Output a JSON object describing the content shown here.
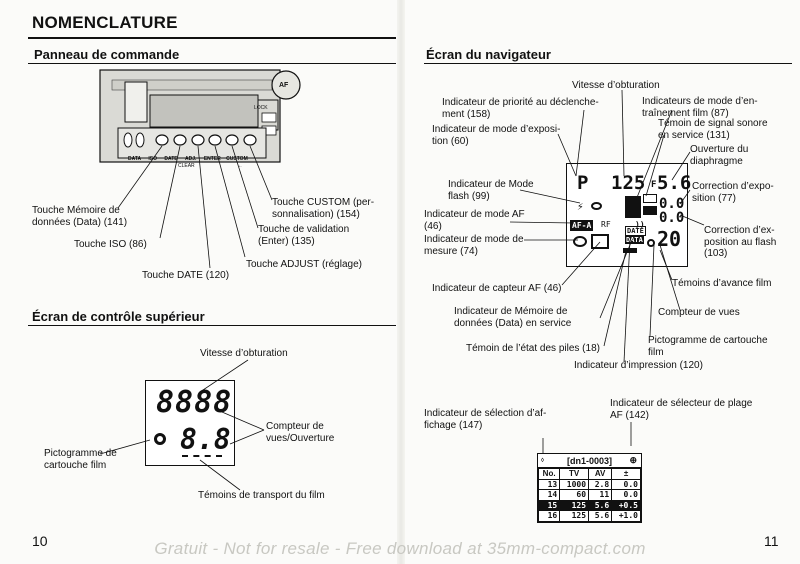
{
  "left_page": {
    "title": "NOMENCLATURE",
    "section1": "Panneau de commande",
    "panel": {
      "button_labels": [
        "DATA",
        "ISO",
        "DATE",
        "ADJ.",
        "ENTER",
        "CUSTOM"
      ],
      "sub_labels": [
        "CLEAR",
        "←"
      ],
      "icons": {
        "af": "AF",
        "lock": "LOCK"
      }
    },
    "callouts": {
      "data": "Touche Mémoire de\ndonnées (Data) (141)",
      "iso": "Touche ISO (86)",
      "date": "Touche DATE (120)",
      "adjust": "Touche ADJUST (réglage)",
      "enter": "Touche de validation\n(Enter) (135)",
      "custom": "Touche CUSTOM (per-\nsonnalisation) (154)"
    },
    "section2": "Écran de contrôle supérieur",
    "top_lcd": {
      "row1": "8888",
      "row2": "8.8",
      "labels": {
        "shutter": "Vitesse d’obturation",
        "counter": "Compteur de\nvues/Ouverture",
        "cartridge": "Pictogramme de\ncartouche film",
        "transport": "Témoins de transport du film"
      }
    },
    "page_number": "10"
  },
  "right_page": {
    "section": "Écran du navigateur",
    "nav_lcd": {
      "mode": "P",
      "shutter": "125",
      "f_label": "F",
      "aperture": "5.6",
      "comp1": "0.0",
      "comp2": "0.0",
      "frames": "20",
      "af_mode": "AF-A",
      "rf": "RF",
      "date_tag": "DATE",
      "data_tag": "DATA"
    },
    "labels": {
      "shutter": "Vitesse d’obturation",
      "priority": "Indicateur de priorité au déclenche-\nment (158)",
      "expo_mode": "Indicateur de mode d’exposi-\ntion (60)",
      "drive": "Indicateurs de mode d’en-\ntraînement film (87)",
      "beep": "Témoin de signal sonore\nen service (131)",
      "aperture": "Ouverture du\ndiaphragme",
      "flash_mode": "Indicateur de Mode\nflash (99)",
      "exp_comp": "Correction d’expo-\nsition (77)",
      "af_mode": "Indicateur de mode AF\n(46)",
      "flash_comp": "Correction d’ex-\nposition au flash\n(103)",
      "metering": "Indicateur de mode de\nmesure (74)",
      "advance": "Témoins d’avance film",
      "af_sensor": "Indicateur de capteur AF (46)",
      "data_mem": "Indicateur de Mémoire de\ndonnées (Data) en service",
      "counter": "Compteur de vues",
      "battery": "Témoin de l’état des piles (18)",
      "cartridge": "Pictogramme de cartouche\nfilm",
      "imprint": "Indicateur d’impression (120)",
      "display_sel": "Indicateur de sélection d’af-\nfichage (147)",
      "range_sel": "Indicateur de sélecteur de plage\nAF (142)"
    },
    "data_table": {
      "title": "[dn1-0003]",
      "headers": [
        "No.",
        "TV",
        "AV",
        "±"
      ],
      "rows": [
        [
          "13",
          "1000",
          "2.8",
          "0.0"
        ],
        [
          "14",
          "60",
          "11",
          "0.0"
        ],
        [
          "15",
          "125",
          "5.6",
          "+0.5"
        ],
        [
          "16",
          "125",
          "5.6",
          "+1.0"
        ]
      ],
      "selected_row": 2
    },
    "page_number": "11"
  },
  "footer": "Gratuit - Not for resale - Free download at 35mm-compact.com",
  "icons": [
    "lightning-flash-icon",
    "eye-redeye-icon",
    "film-cartridge-icon",
    "af-frame-icon",
    "speaker-beep-icon",
    "battery-icon",
    "disp-icon",
    "af-range-icon"
  ]
}
